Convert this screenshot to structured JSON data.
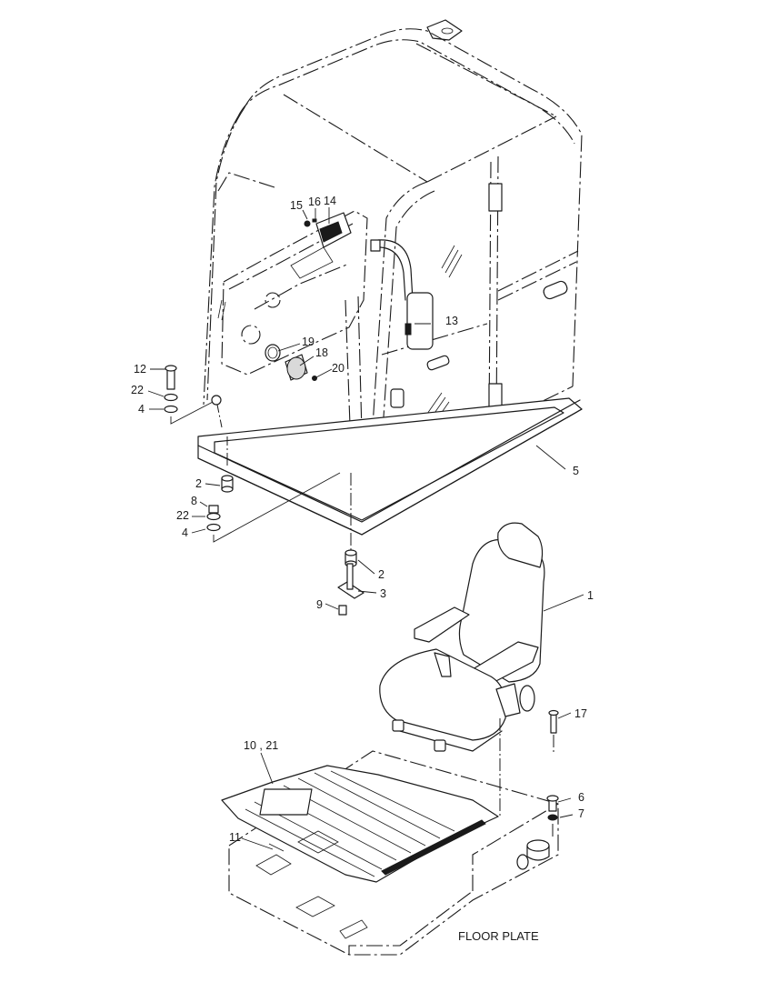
{
  "callouts": [
    {
      "id": "c15",
      "text": "15"
    },
    {
      "id": "c16",
      "text": "16"
    },
    {
      "id": "c14",
      "text": "14"
    },
    {
      "id": "c13",
      "text": "13"
    },
    {
      "id": "c19",
      "text": "19"
    },
    {
      "id": "c18",
      "text": "18"
    },
    {
      "id": "c20",
      "text": "20"
    },
    {
      "id": "c12",
      "text": "12"
    },
    {
      "id": "c22a",
      "text": "22"
    },
    {
      "id": "c4a",
      "text": "4"
    },
    {
      "id": "c5",
      "text": "5"
    },
    {
      "id": "c2a",
      "text": "2"
    },
    {
      "id": "c8",
      "text": "8"
    },
    {
      "id": "c22b",
      "text": "22"
    },
    {
      "id": "c4b",
      "text": "4"
    },
    {
      "id": "c2b",
      "text": "2"
    },
    {
      "id": "c3",
      "text": "3"
    },
    {
      "id": "c9",
      "text": "9"
    },
    {
      "id": "c1",
      "text": "1"
    },
    {
      "id": "c17",
      "text": "17"
    },
    {
      "id": "c1021",
      "text": "10 , 21"
    },
    {
      "id": "c6",
      "text": "6"
    },
    {
      "id": "c7",
      "text": "7"
    },
    {
      "id": "c11",
      "text": "11"
    }
  ],
  "caption": "FLOOR PLATE"
}
